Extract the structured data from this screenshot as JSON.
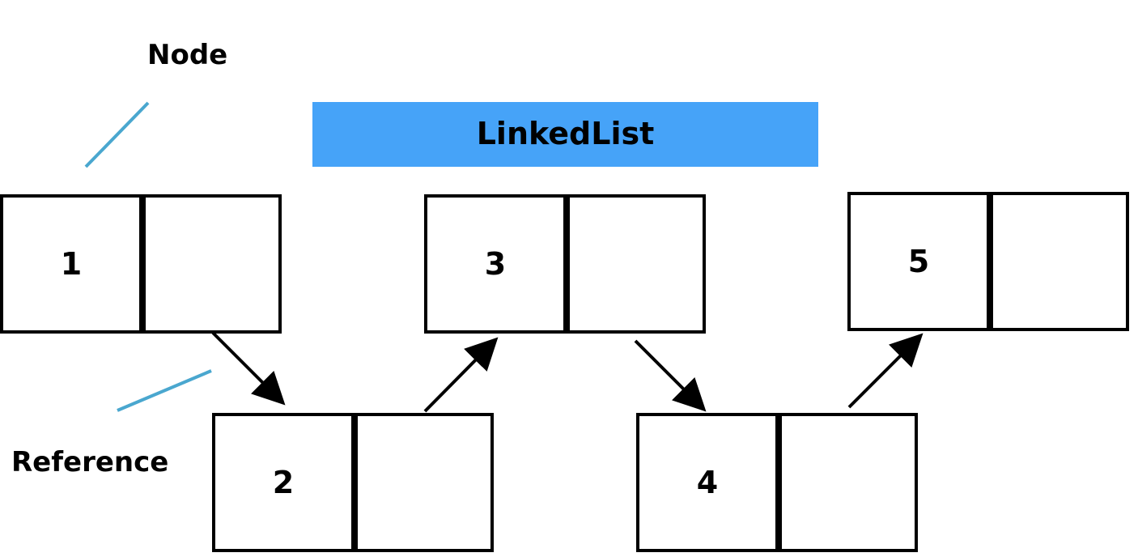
{
  "title": "LinkedList",
  "annotations": {
    "node": "Node",
    "reference": "Reference"
  },
  "nodes": [
    {
      "value": "1"
    },
    {
      "value": "2"
    },
    {
      "value": "3"
    },
    {
      "value": "4"
    },
    {
      "value": "5"
    }
  ],
  "colors": {
    "title_background": "#46a3f8",
    "annotation_line": "#4aa7cf",
    "box_border": "#000000",
    "arrow": "#000000"
  }
}
